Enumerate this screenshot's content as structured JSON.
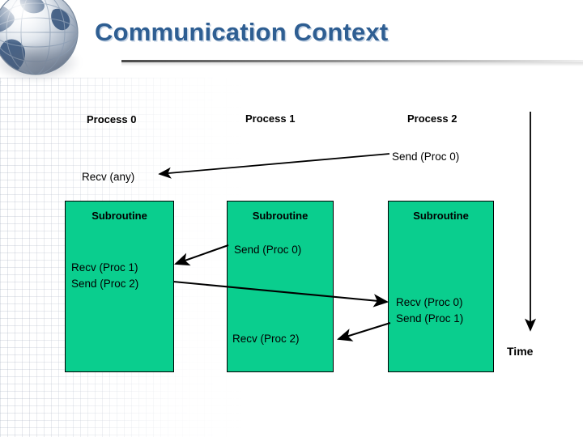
{
  "slide": {
    "title": "Communication Context",
    "title_color": "#2e5e92",
    "background_color": "#ffffff"
  },
  "decor": {
    "globe_icon": "globe-icon",
    "divider": "header-divider"
  },
  "diagram": {
    "box_fill_color": "#0ACE8E",
    "box_border_color": "#000000",
    "process_headers": [
      {
        "label": "Process 0"
      },
      {
        "label": "Process 1"
      },
      {
        "label": "Process 2"
      }
    ],
    "pre_box_labels": [
      {
        "label": "Recv (any)"
      },
      {
        "label": "Send (Proc 0)"
      }
    ],
    "boxes": [
      {
        "title": "Subroutine",
        "lines": [
          "Recv (Proc 1)",
          "Send (Proc 2)"
        ]
      },
      {
        "title": "Subroutine",
        "lines": [
          "Send (Proc 0)",
          "Recv (Proc 2)"
        ]
      },
      {
        "title": "Subroutine",
        "lines": [
          "Recv (Proc 0)",
          "Send (Proc 1)"
        ]
      }
    ],
    "box2_line_upper": "Send (Proc 0)",
    "box2_line_lower": "Recv (Proc 2)",
    "box3_line_1": "Recv (Proc 0)",
    "box3_line_2": "Send (Proc 1)",
    "box1_line_1": "Recv (Proc 1)",
    "box1_line_2": "Send (Proc 2)",
    "messages": [
      {
        "name": "msg-proc2-send-to-proc0-recv-any",
        "from": "Send (Proc 0)",
        "to": "Recv (any)"
      },
      {
        "name": "msg-proc1-send-to-proc0-recv",
        "from": "Send (Proc 0)",
        "to": "Recv (Proc 1)"
      },
      {
        "name": "msg-proc0-send-to-proc2-recv",
        "from": "Send (Proc 2)",
        "to": "Recv (Proc 0)"
      },
      {
        "name": "msg-proc2-send-to-proc1-recv",
        "from": "Send (Proc 1)",
        "to": "Recv (Proc 2)"
      }
    ]
  },
  "time_axis": {
    "label": "Time",
    "direction": "downward"
  }
}
